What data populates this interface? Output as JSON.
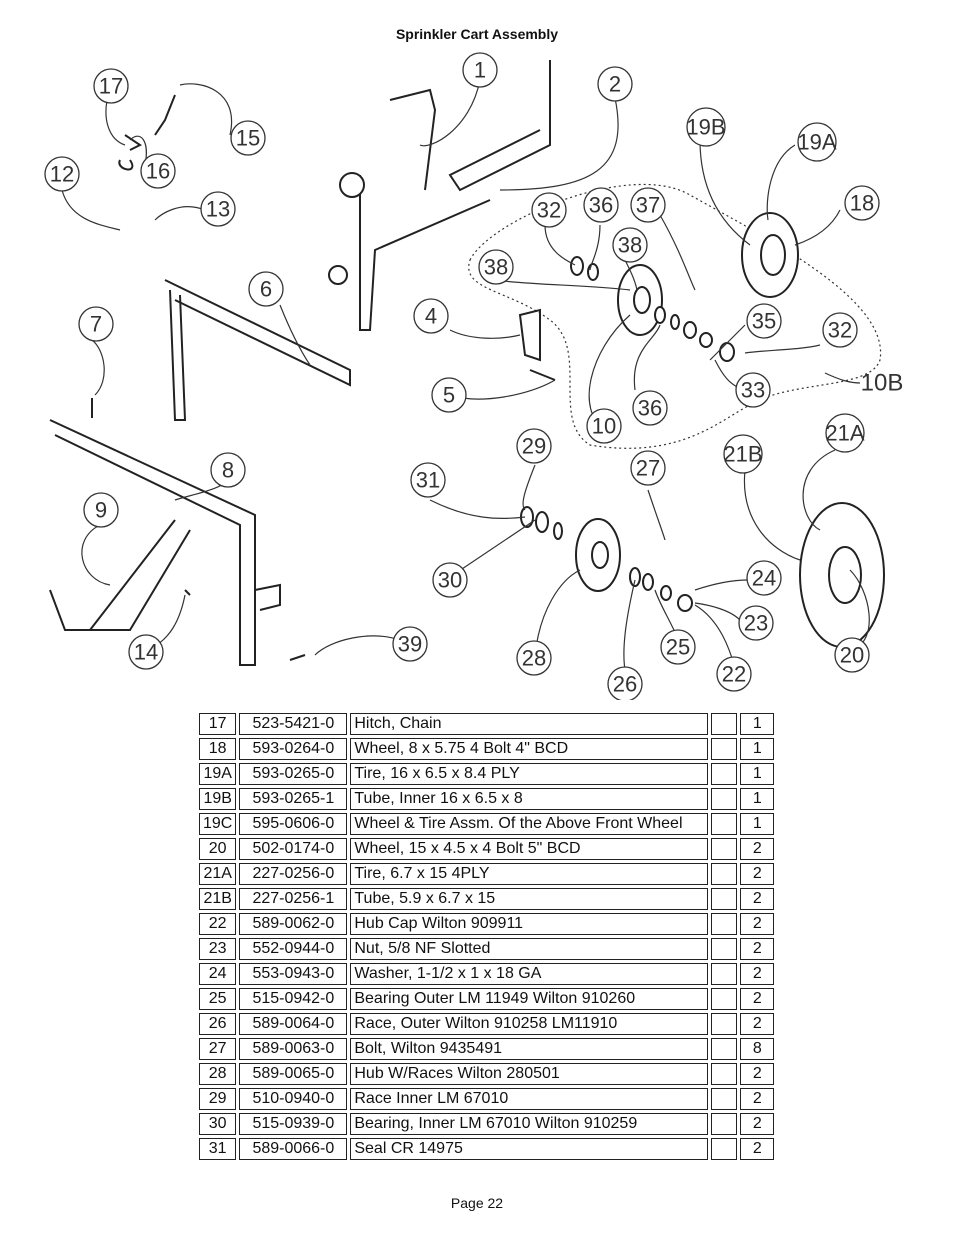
{
  "page": {
    "title": "Sprinkler Cart Assembly",
    "footer": "Page 22"
  },
  "diagram": {
    "callouts": [
      "17",
      "1",
      "2",
      "15",
      "16",
      "12",
      "13",
      "19B",
      "19A",
      "18",
      "32",
      "36",
      "37",
      "38",
      "38",
      "6",
      "4",
      "35",
      "32",
      "7",
      "33",
      "10B",
      "5",
      "36",
      "10",
      "21A",
      "21B",
      "29",
      "27",
      "8",
      "31",
      "9",
      "24",
      "23",
      "30",
      "14",
      "39",
      "28",
      "25",
      "22",
      "20",
      "26"
    ]
  },
  "parts_table": {
    "rows": [
      {
        "num": "17",
        "part": "523-5421-0",
        "desc": "Hitch, Chain",
        "qty": "1"
      },
      {
        "num": "18",
        "part": "593-0264-0",
        "desc": "Wheel, 8 x 5.75  4 Bolt 4\" BCD",
        "qty": "1"
      },
      {
        "num": "19A",
        "part": "593-0265-0",
        "desc": "Tire, 16 x 6.5 x 8.4 PLY",
        "qty": "1"
      },
      {
        "num": "19B",
        "part": "593-0265-1",
        "desc": "Tube, Inner 16 x 6.5 x 8",
        "qty": "1"
      },
      {
        "num": "19C",
        "part": "595-0606-0",
        "desc": "Wheel & Tire Assm. Of the Above Front Wheel",
        "qty": "1"
      },
      {
        "num": "20",
        "part": "502-0174-0",
        "desc": "Wheel, 15 x 4.5 x 4 Bolt 5\" BCD",
        "qty": "2"
      },
      {
        "num": "21A",
        "part": "227-0256-0",
        "desc": "Tire, 6.7 x 15 4PLY",
        "qty": "2"
      },
      {
        "num": "21B",
        "part": "227-0256-1",
        "desc": "Tube, 5.9 x 6.7 x 15",
        "qty": "2"
      },
      {
        "num": "22",
        "part": "589-0062-0",
        "desc": "Hub Cap Wilton 909911",
        "qty": "2"
      },
      {
        "num": "23",
        "part": "552-0944-0",
        "desc": "Nut, 5/8 NF Slotted",
        "qty": "2"
      },
      {
        "num": "24",
        "part": "553-0943-0",
        "desc": "Washer, 1-1/2 x 1 x 18 GA",
        "qty": "2"
      },
      {
        "num": "25",
        "part": "515-0942-0",
        "desc": "Bearing Outer LM 11949 Wilton 910260",
        "qty": "2"
      },
      {
        "num": "26",
        "part": "589-0064-0",
        "desc": "Race, Outer Wilton 910258 LM11910",
        "qty": "2"
      },
      {
        "num": "27",
        "part": "589-0063-0",
        "desc": "Bolt, Wilton 9435491",
        "qty": "8"
      },
      {
        "num": "28",
        "part": "589-0065-0",
        "desc": "Hub W/Races Wilton 280501",
        "qty": "2"
      },
      {
        "num": "29",
        "part": "510-0940-0",
        "desc": "Race Inner LM 67010",
        "qty": "2"
      },
      {
        "num": "30",
        "part": "515-0939-0",
        "desc": "Bearing, Inner LM 67010 Wilton 910259",
        "qty": "2"
      },
      {
        "num": "31",
        "part": "589-0066-0",
        "desc": "Seal CR 14975",
        "qty": "2"
      }
    ]
  }
}
